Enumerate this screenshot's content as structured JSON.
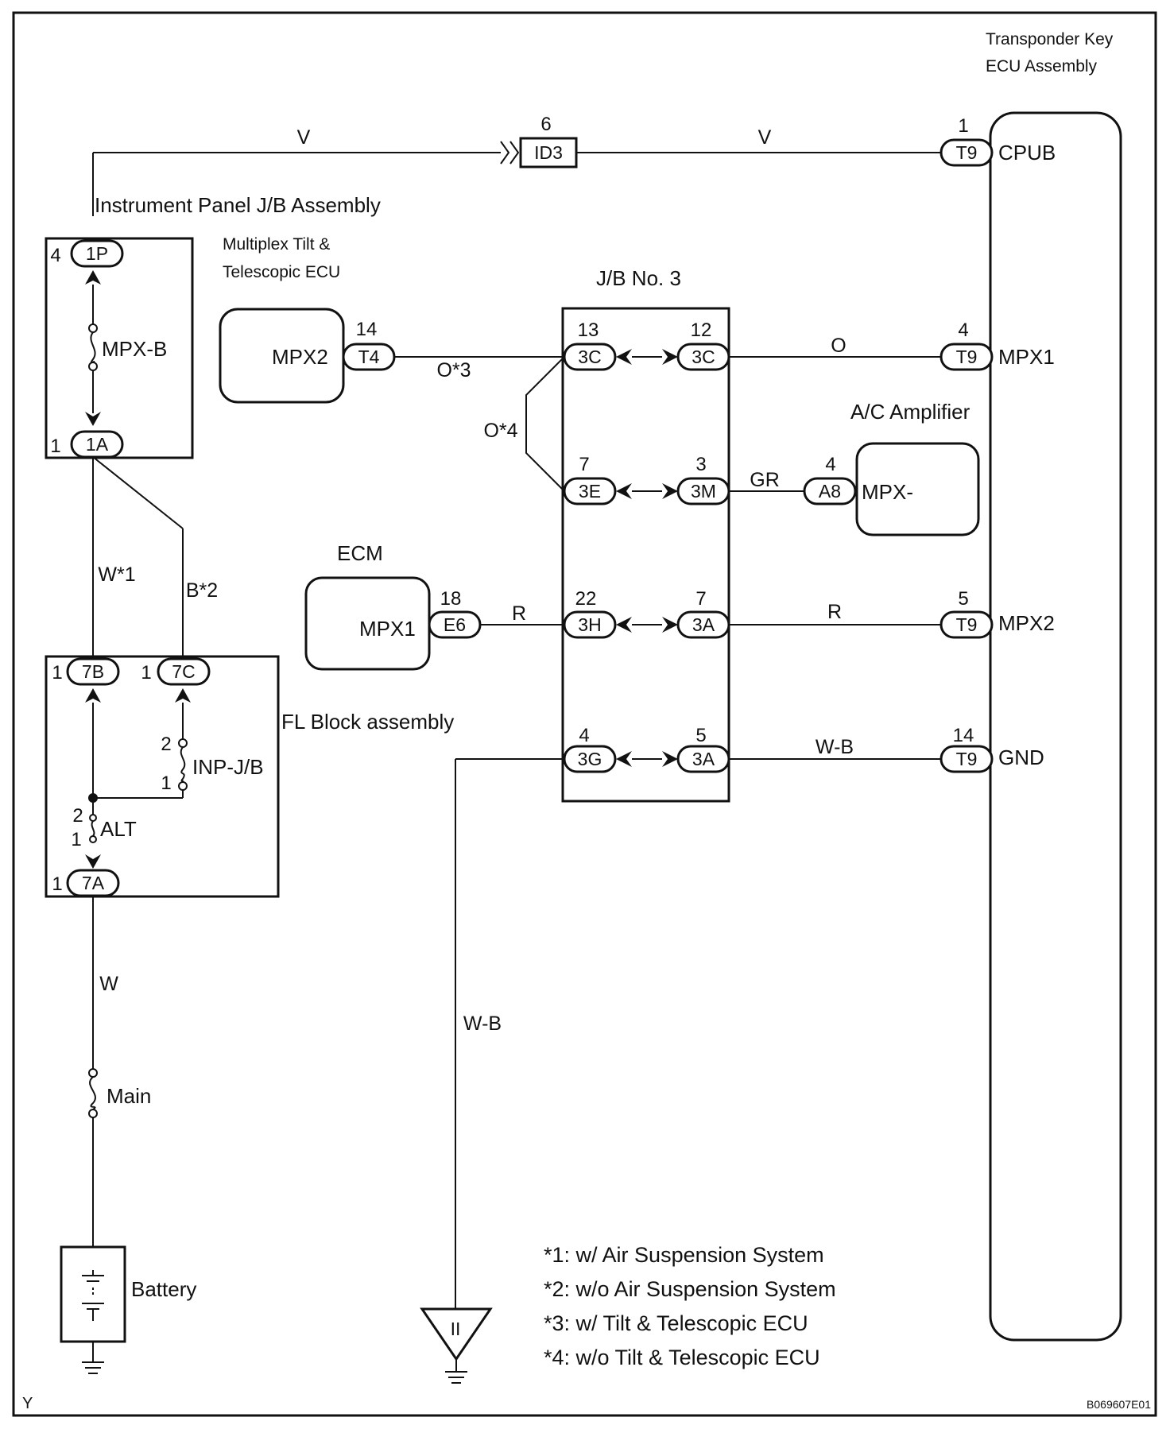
{
  "components": {
    "transponder": {
      "line1": "Transponder Key",
      "line2": "ECU Assembly"
    },
    "ecu_pins": {
      "cpub": "CPUB",
      "mpx1": "MPX1",
      "mpx2": "MPX2",
      "gnd": "GND"
    },
    "ip_jb": "Instrument Panel J/B Assembly",
    "tilt_ecu": {
      "line1": "Multiplex Tilt &",
      "line2": "Telescopic ECU",
      "pin": "MPX2"
    },
    "jb3": "J/B No. 3",
    "ac_amp": {
      "title": "A/C Amplifier",
      "pin": "MPX-"
    },
    "ecm": {
      "title": "ECM",
      "pin": "MPX1"
    },
    "fl_block": "FL Block assembly",
    "battery": "Battery"
  },
  "fuses": {
    "mpx_b": "MPX-B",
    "inp_jb": "INP-J/B",
    "alt": "ALT",
    "main": "Main"
  },
  "connectors": {
    "id3": "ID3",
    "t9": "T9",
    "t4": "T4",
    "a8": "A8",
    "e6": "E6",
    "c1p": "1P",
    "c1a": "1A",
    "c7b": "7B",
    "c7c": "7C",
    "c7a": "7A",
    "c3c": "3C",
    "c3e": "3E",
    "c3m": "3M",
    "c3h": "3H",
    "c3a": "3A",
    "c3g": "3G"
  },
  "pins": {
    "id3": "6",
    "t9_cpub": "1",
    "t9_mpx1": "4",
    "t9_mpx2": "5",
    "t9_gnd": "14",
    "c1p": "4",
    "c1a": "1",
    "t4": "14",
    "jb3_13": "13",
    "jb3_12": "12",
    "jb3_7": "7",
    "jb3_3": "3",
    "jb3_22": "22",
    "jb3_7b": "7",
    "jb3_4": "4",
    "jb3_5": "5",
    "a8": "4",
    "e6": "18",
    "c7b": "1",
    "c7c": "1",
    "c7a": "1",
    "inp_2": "2",
    "inp_1": "1",
    "alt_2": "2",
    "alt_1": "1"
  },
  "wire_colors": {
    "v1": "V",
    "v2": "V",
    "o": "O",
    "o3": "O*3",
    "o4": "O*4",
    "gr": "GR",
    "r1": "R",
    "r2": "R",
    "wb1": "W-B",
    "wb2": "W-B",
    "w1": "W*1",
    "b2": "B*2",
    "w": "W"
  },
  "ground_mark": "II",
  "notes": [
    "*1: w/ Air Suspension System",
    "*2: w/o Air Suspension System",
    "*3: w/ Tilt & Telescopic ECU",
    "*4: w/o Tilt & Telescopic ECU"
  ],
  "corner_left": "Y",
  "corner_right": "B069607E01"
}
